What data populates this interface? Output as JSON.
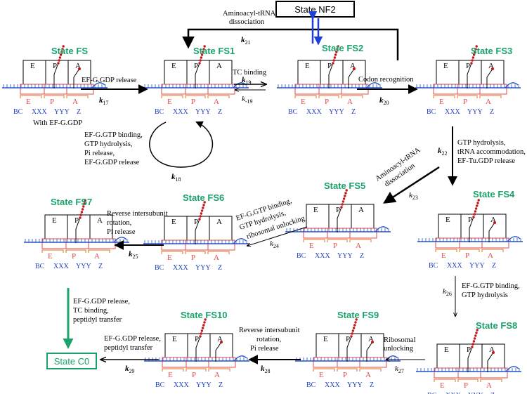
{
  "colors": {
    "state": "#1ba36b",
    "ribosome_frame": "#e04848",
    "mrna": "#2450c8",
    "trna_red": "#c0181c",
    "arrow": "#000000",
    "arrow_green": "#1ba36b",
    "arrow_blue": "#1d3fd6",
    "codon_bracket": "#e07020"
  },
  "labels": {
    "site_e": "E",
    "site_p": "P",
    "site_a": "A",
    "seq_bc": "BC",
    "seq_xxx": "XXX",
    "seq_yyy": "YYY",
    "seq_z": "Z",
    "with_efg": "With EF-G.GDP"
  },
  "states": {
    "fs": "State FS",
    "fs1": "State FS1",
    "fs2": "State FS2",
    "fs3": "State FS3",
    "fs4": "State FS4",
    "fs5": "State FS5",
    "fs6": "State FS6",
    "fs7": "State FS7",
    "fs8": "State FS8",
    "fs9": "State FS9",
    "fs10": "State FS10",
    "nf2": "State NF2",
    "c0": "State C0"
  },
  "transitions": {
    "k17": {
      "label": "EF-G.GDP release",
      "rate": "k",
      "sub": "17"
    },
    "k19": {
      "label": "TC binding",
      "rate": "k",
      "sub": "19"
    },
    "km19": {
      "rate": "k",
      "sub": "-19"
    },
    "k18": {
      "lines": [
        "EF-G.GTP binding,",
        "GTP hydrolysis,",
        "Pi release,",
        "EF-G.GDP release"
      ],
      "rate": "k",
      "sub": "18"
    },
    "k20": {
      "label": "Codon recognition",
      "rate": "k",
      "sub": "20"
    },
    "k21": {
      "lines": [
        "Aminoacyl-tRNA",
        "dissociation"
      ],
      "rate": "k",
      "sub": "21"
    },
    "k22": {
      "lines": [
        "GTP hydrolysis,",
        "tRNA accommodation,",
        "EF-Tu.GDP release"
      ],
      "rate": "k",
      "sub": "22"
    },
    "k23": {
      "lines": [
        "Aminoacyl-tRNA",
        "dissociation"
      ],
      "rate": "k",
      "sub": "23"
    },
    "k24": {
      "lines": [
        "EF-G.GTP binding,",
        "GTP hydrolysis,",
        "ribosomal unlocking"
      ],
      "rate": "k",
      "sub": "24"
    },
    "k25": {
      "lines": [
        "Reverse  intersubunit",
        "rotation,",
        "Pi release"
      ],
      "rate": "k",
      "sub": "25"
    },
    "k26": {
      "lines": [
        "EF-G.GTP binding,",
        "GTP hydrolysis"
      ],
      "rate": "k",
      "sub": "26"
    },
    "k27": {
      "lines": [
        "Ribosomal",
        "unlocking"
      ],
      "rate": "k",
      "sub": "27"
    },
    "k28": {
      "lines": [
        "Reverse  intersubunit",
        "rotation,",
        "Pi release"
      ],
      "rate": "k",
      "sub": "28"
    },
    "k29": {
      "lines": [
        "EF-G.GDP release,",
        "peptidyl transfer"
      ],
      "rate": "k",
      "sub": "29"
    },
    "c0_path": {
      "lines": [
        "EF-G.GDP release,",
        "TC binding,",
        "peptidyl transfer"
      ]
    }
  }
}
